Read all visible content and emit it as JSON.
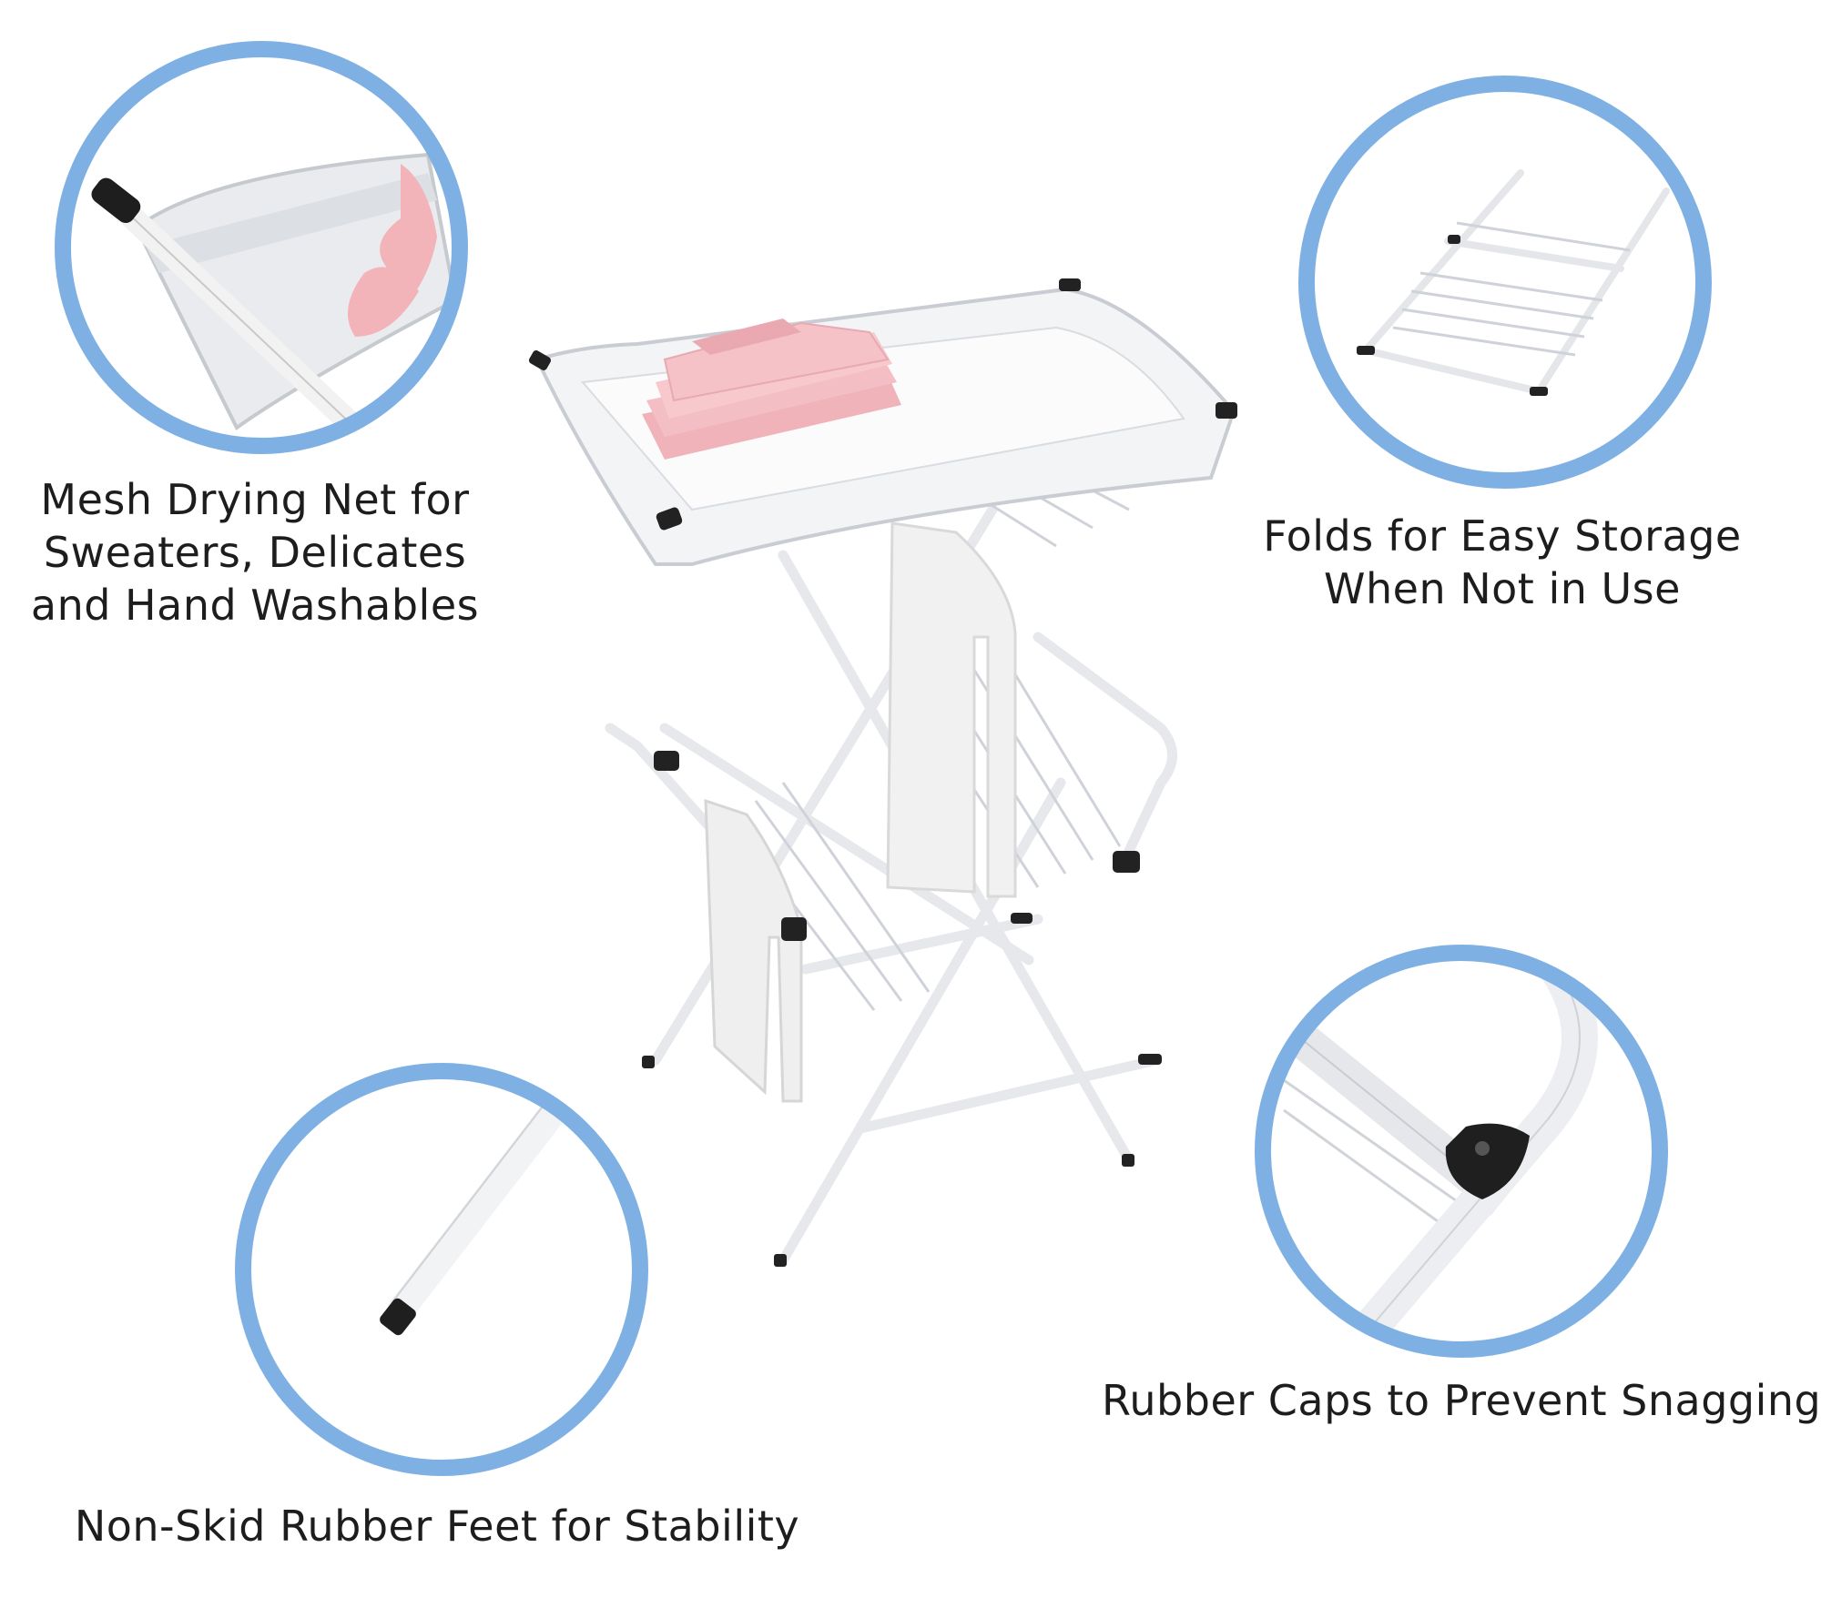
{
  "accent_color": "#7fb0e3",
  "features": [
    {
      "id": "mesh",
      "lines": [
        "Mesh Drying Net for",
        "Sweaters, Delicates",
        "and Hand Washables"
      ]
    },
    {
      "id": "folds",
      "lines": [
        "Folds for Easy Storage",
        "When Not in Use"
      ]
    },
    {
      "id": "caps",
      "lines": [
        "Rubber Caps to Prevent Snagging"
      ]
    },
    {
      "id": "feet",
      "lines": [
        "Non-Skid Rubber Feet for Stability"
      ]
    }
  ]
}
